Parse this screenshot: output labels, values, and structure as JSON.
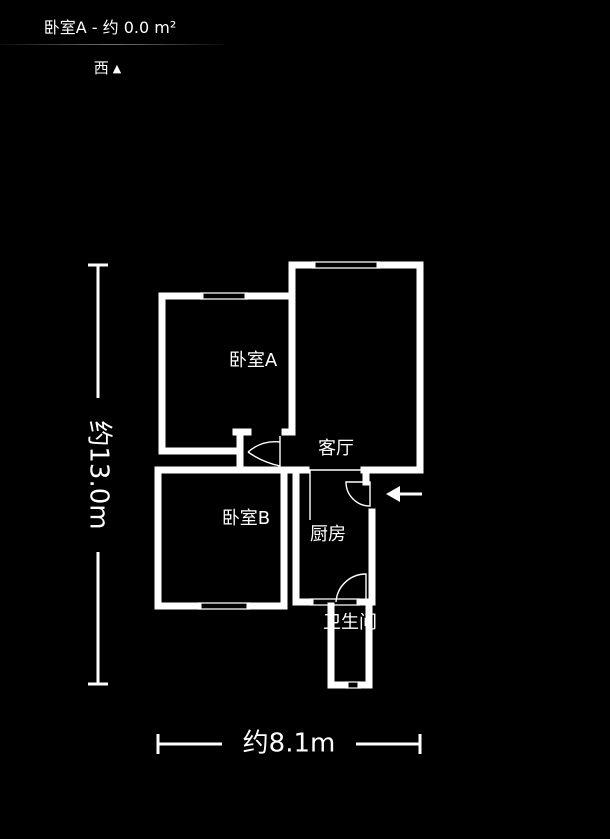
{
  "header": {
    "title": "卧室A - 约 0.0 m²",
    "compass_label": "西",
    "compass_arrow": "▲"
  },
  "rooms": {
    "bedroom_a": "卧室A",
    "bedroom_b": "卧室B",
    "living_room": "客厅",
    "kitchen": "厨房",
    "bathroom": "卫生间"
  },
  "dimensions": {
    "height": "约13.0m",
    "width": "约8.1m"
  },
  "colors": {
    "background": "#000000",
    "walls": "#ffffff"
  }
}
